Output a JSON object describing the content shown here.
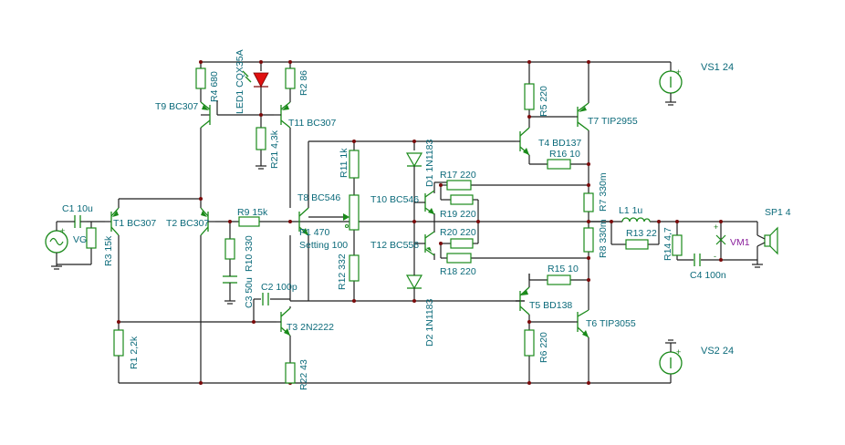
{
  "labels": {
    "vs1": "VS1 24",
    "vs2": "VS2 24",
    "c1": "C1 10u",
    "vg": "VG",
    "r3": "R3 15k",
    "t1": "T1 BC307",
    "t2": "T2 BC307",
    "r1": "R1 2,2k",
    "r4": "R4 680",
    "t9": "T9 BC307",
    "led1": "LED1 CQX35A",
    "r2": "R2 86",
    "t11": "T11 BC307",
    "r21": "R21 4,3k",
    "r9": "R9 15k",
    "r10": "R10 330",
    "c3": "C3 50u",
    "c2": "C2 100p",
    "t3": "T3 2N2222",
    "r22": "R22 43",
    "t8": "T8 BC546",
    "p1": "P1 470",
    "setting": "Setting 100",
    "r11": "R11 1k",
    "r12": "R12 332",
    "d1": "D1 1N1183",
    "d2": "D2 1N1183",
    "t10": "T10 BC546",
    "t12": "T12 BC556",
    "r17": "R17 220",
    "r19": "R19 220",
    "r20": "R20 220",
    "r18": "R18 220",
    "r5": "R5 220",
    "t4": "T4 BD137",
    "r16": "R16 10",
    "t7": "T7 TIP2955",
    "r7": "R7 330m",
    "r8": "R8 330m",
    "r15": "R15 10",
    "t5": "T5 BD138",
    "t6": "T6 TIP3055",
    "r6": "R6 220",
    "l1": "L1 1u",
    "r13": "R13 22",
    "r14": "R14 4,7",
    "c4": "C4 100n",
    "vm1": "VM1",
    "sp1": "SP1 4"
  },
  "symbols": {
    "plus": "+",
    "minus": "-"
  },
  "colors": {
    "wire": "#1f1f1f",
    "component": "#1a8a1a",
    "label": "#0b6a7a",
    "led": "#e01010",
    "meter": "#8a1f9c"
  }
}
